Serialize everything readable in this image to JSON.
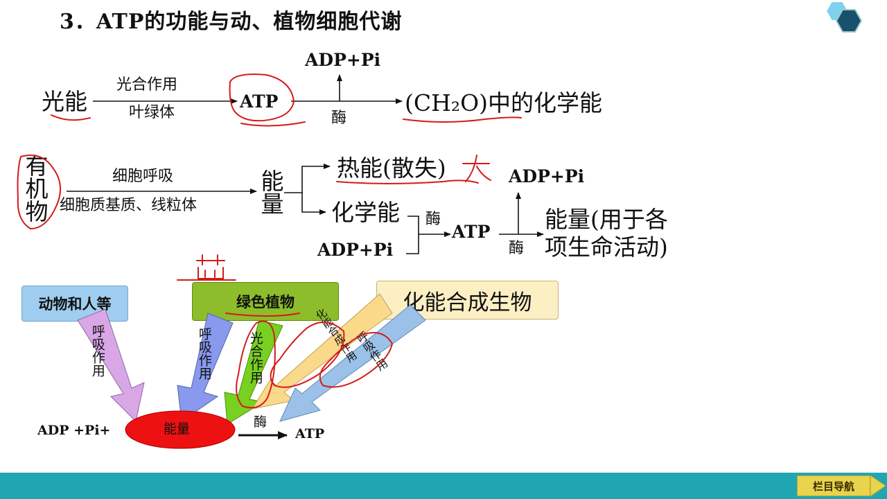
{
  "title": "3．ATP的功能与动、植物细胞代谢",
  "row1": {
    "source": "光能",
    "arrow_top": "光合作用",
    "arrow_bottom": "叶绿体",
    "atp": "ATP",
    "branch_top": "ADP+Pi",
    "enzyme": "酶",
    "target": "(CH₂O)中的化学能"
  },
  "row2": {
    "source": "有机物",
    "arrow_top": "细胞呼吸",
    "arrow_bottom": "细胞质基质、线粒体",
    "energy": "能量",
    "heat": "热能(散失)",
    "chem": "化学能",
    "adp_in": "ADP+Pi",
    "enzyme1": "酶",
    "atp": "ATP",
    "enzyme2": "酶",
    "branch_top": "ADP+Pi",
    "use_line1": "能量(用于各",
    "use_line2": "项生命活动)"
  },
  "figure": {
    "animals": "动物和人等",
    "green_plants": "绿色植物",
    "chemo": "化能合成生物",
    "arrow_resp1": "呼吸作用",
    "arrow_resp2": "呼吸作用",
    "arrow_photo": "光合作用",
    "arrow_chemo": "化能合成作用",
    "arrow_resp3": "呼吸作用",
    "adp_left": "ADP +Pi+",
    "energy": "能量",
    "enzyme": "酶",
    "atp": "ATP"
  },
  "annotations": {
    "handwritten_mark": "大"
  },
  "footer": {
    "nav_label": "栏目导航"
  },
  "colors": {
    "footer": "#20a6b3",
    "nav_button": "#e8d44d",
    "ink_red": "#d41a1a",
    "blue_box": "#9fcdef",
    "green_box": "#8dbd2a",
    "yellow_box": "#fcefc4",
    "energy_ellipse": "#ee1111"
  }
}
